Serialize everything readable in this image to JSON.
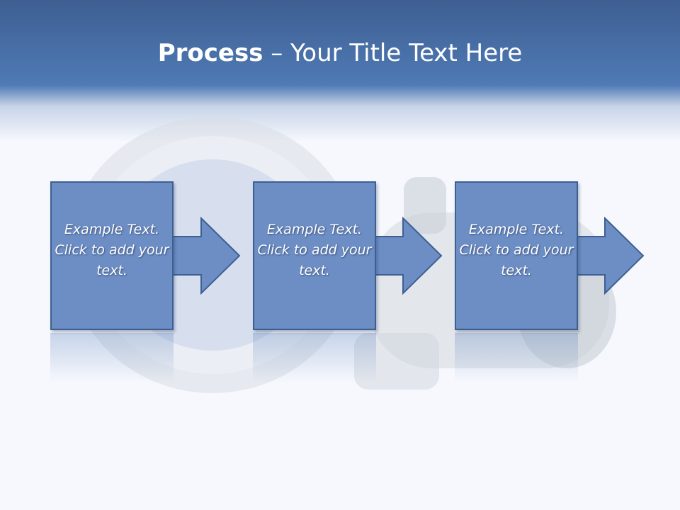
{
  "title": {
    "bold": "Process",
    "rest": " – Your Title Text Here"
  },
  "steps": [
    {
      "text": "Example Text. Click  to add your text."
    },
    {
      "text": "Example Text. Click  to add your text."
    },
    {
      "text": "Example Text. Click  to add your text."
    }
  ],
  "colors": {
    "header": "#4f7ab5",
    "box": "#6c8ec5",
    "border": "#3e5f92"
  }
}
